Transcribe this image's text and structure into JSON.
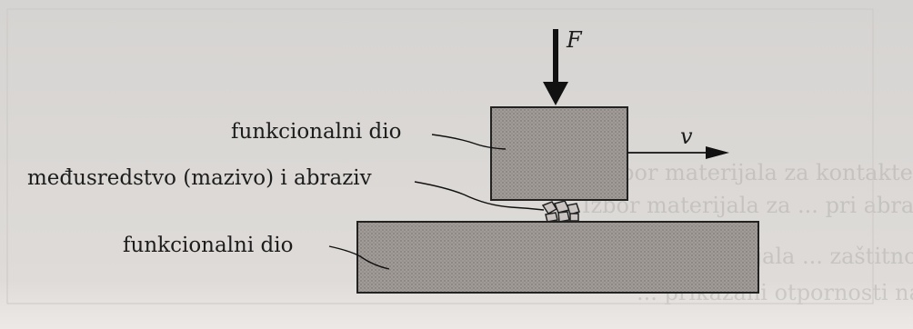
{
  "labels": {
    "force": "F",
    "velocity": "v",
    "upper_part": "funkcionalni dio",
    "medium": "međusredstvo (mazivo) i abraziv",
    "lower_part": "funkcionalni dio"
  },
  "background_text": [
    "Izbor materijala za kontakte",
    "Izbor materijala za ... pri abrazivnom ... abraziji dane su u tablici",
    "... materijala ... zaštitnog sloja ... trebaju biti ...",
    "... prikazani otpornosti na abrazijsko trošenje"
  ],
  "colors": {
    "paper": "#dcdad8",
    "paper_bottom": "#ece9e6",
    "ink": "#1c1c1c",
    "block_fill": "#9a9492",
    "block_stroke": "#222222"
  }
}
